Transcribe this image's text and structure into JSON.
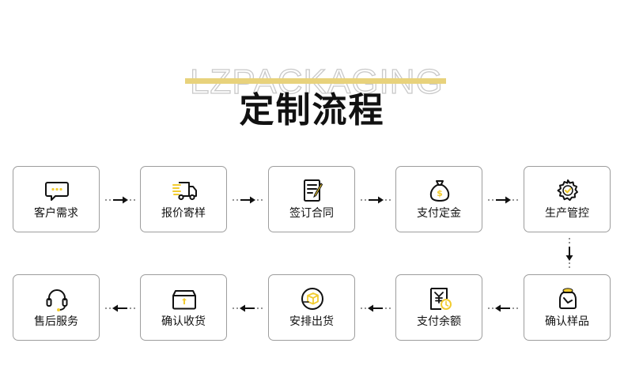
{
  "watermark": "LZPACKAGING",
  "title": "定制流程",
  "steps": [
    {
      "label": "客户需求",
      "icon": "chat-bubble-icon"
    },
    {
      "label": "报价寄样",
      "icon": "delivery-truck-icon"
    },
    {
      "label": "签订合同",
      "icon": "contract-document-icon"
    },
    {
      "label": "支付定金",
      "icon": "money-bag-icon"
    },
    {
      "label": "生产管控",
      "icon": "gear-check-icon"
    },
    {
      "label": "确认样品",
      "icon": "sample-jar-icon"
    },
    {
      "label": "支付余额",
      "icon": "payment-receipt-icon"
    },
    {
      "label": "安排出货",
      "icon": "shipping-box-icon"
    },
    {
      "label": "确认收货",
      "icon": "received-box-icon"
    },
    {
      "label": "售后服务",
      "icon": "headset-icon"
    }
  ],
  "colors": {
    "accent": "#f2cc2f",
    "stroke": "#111111",
    "border": "#9d9d9d",
    "title_bar": "#e8d27c"
  }
}
